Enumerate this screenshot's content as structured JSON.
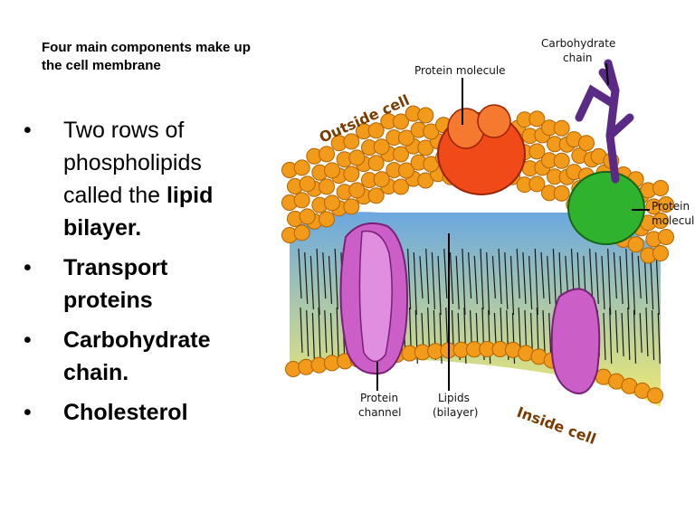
{
  "heading": "Four main components make up the cell membrane",
  "bullets": [
    {
      "text": "Two rows of phospholipids called the ",
      "bold": "lipid bilayer."
    },
    {
      "text": "",
      "bold": "Transport proteins"
    },
    {
      "text": "",
      "bold": "Carbohydrate chain."
    },
    {
      "text": "",
      "bold": "Cholesterol"
    }
  ],
  "bullet_glyph": "•",
  "diagram": {
    "labels": {
      "carbohydrate": [
        "Carbohydrate",
        "chain"
      ],
      "protein_top": "Protein molecule",
      "protein_right": [
        "Protein",
        "molecule"
      ],
      "outside": "Outside cell",
      "inside": "Inside cell",
      "channel": [
        "Protein",
        "channel"
      ],
      "lipids": [
        "Lipids",
        "(bilayer)"
      ]
    },
    "colors": {
      "lipid_head": "#f29a1a",
      "lipid_outline": "#b36200",
      "interior_top": "#6aa8e0",
      "interior_bottom": "#f0ea70",
      "channel": "#cc5fc7",
      "protein_top": "#f04a18",
      "protein_green": "#2fb32f",
      "carbohydrate": "#5a2a86"
    }
  }
}
